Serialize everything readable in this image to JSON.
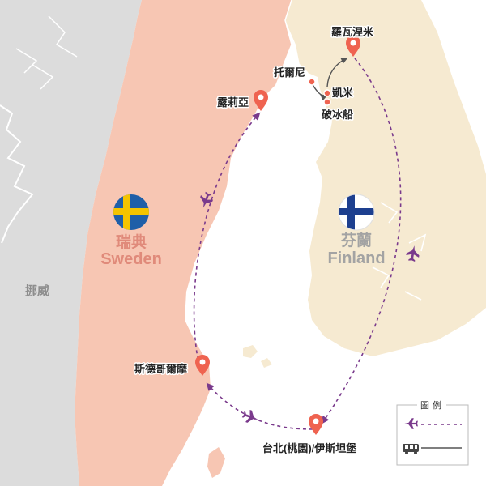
{
  "colors": {
    "sea": "#ffffff",
    "sweden": "#f7c6b3",
    "finland": "#f6ead1",
    "norway": "#dcdcdc",
    "flight_route": "#7a3a8c",
    "pin": "#ef6350",
    "sweden_label": "#e08a7a",
    "finland_label": "#a3a3a3",
    "norway_label": "#8d8d8d"
  },
  "countries": {
    "sweden": {
      "name_zh": "瑞典",
      "name_en": "Sweden",
      "flag": "sweden-flag-icon"
    },
    "finland": {
      "name_zh": "芬蘭",
      "name_en": "Finland",
      "flag": "finland-flag-icon"
    },
    "norway": {
      "name_zh": "挪威"
    }
  },
  "places": {
    "rovaniemi": "羅瓦涅米",
    "tornio": "托爾尼",
    "kemi": "凱米",
    "icebreaker": "破冰船",
    "lulea": "露莉亞",
    "stockholm": "斯德哥爾摩",
    "origin": "台北(桃園)/伊斯坦堡"
  },
  "legend": {
    "title": "圖例",
    "items": [
      {
        "icon": "airplane-icon",
        "line": "dashed",
        "meaning": "flight"
      },
      {
        "icon": "bus-icon",
        "line": "solid",
        "meaning": "coach"
      }
    ]
  }
}
